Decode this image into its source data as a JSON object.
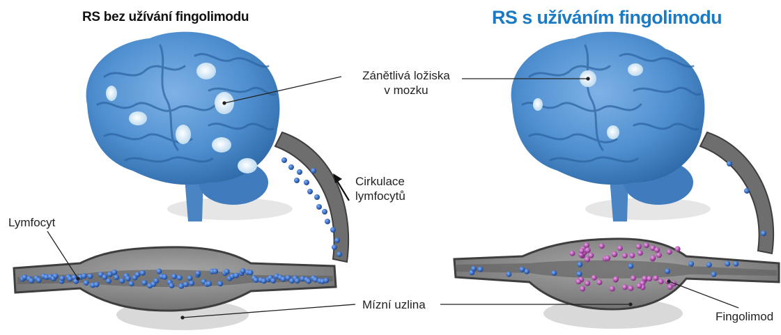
{
  "titles": {
    "left": "RS bez užívání fingolimodu",
    "right": "RS s užíváním fingolimodu"
  },
  "labels": {
    "lesions_line1": "Zánětlivá ložiska",
    "lesions_line2": "v mozku",
    "circulation_line1": "Cirkulace",
    "circulation_line2": "lymfocytů",
    "lymphocyte": "Lymfocyt",
    "lymph_node": "Mízní uzlina",
    "fingolimod": "Fingolimod"
  },
  "colors": {
    "brain": "#4f8fd0",
    "brain_dark": "#2f6aa8",
    "lesion": "#d9ecf7",
    "vessel": "#6e6e6e",
    "vessel_dark": "#454545",
    "lymphocyte": "#1d58b8",
    "fingolimod_cell": "#b43fb0",
    "title_right": "#1a7bc4"
  }
}
